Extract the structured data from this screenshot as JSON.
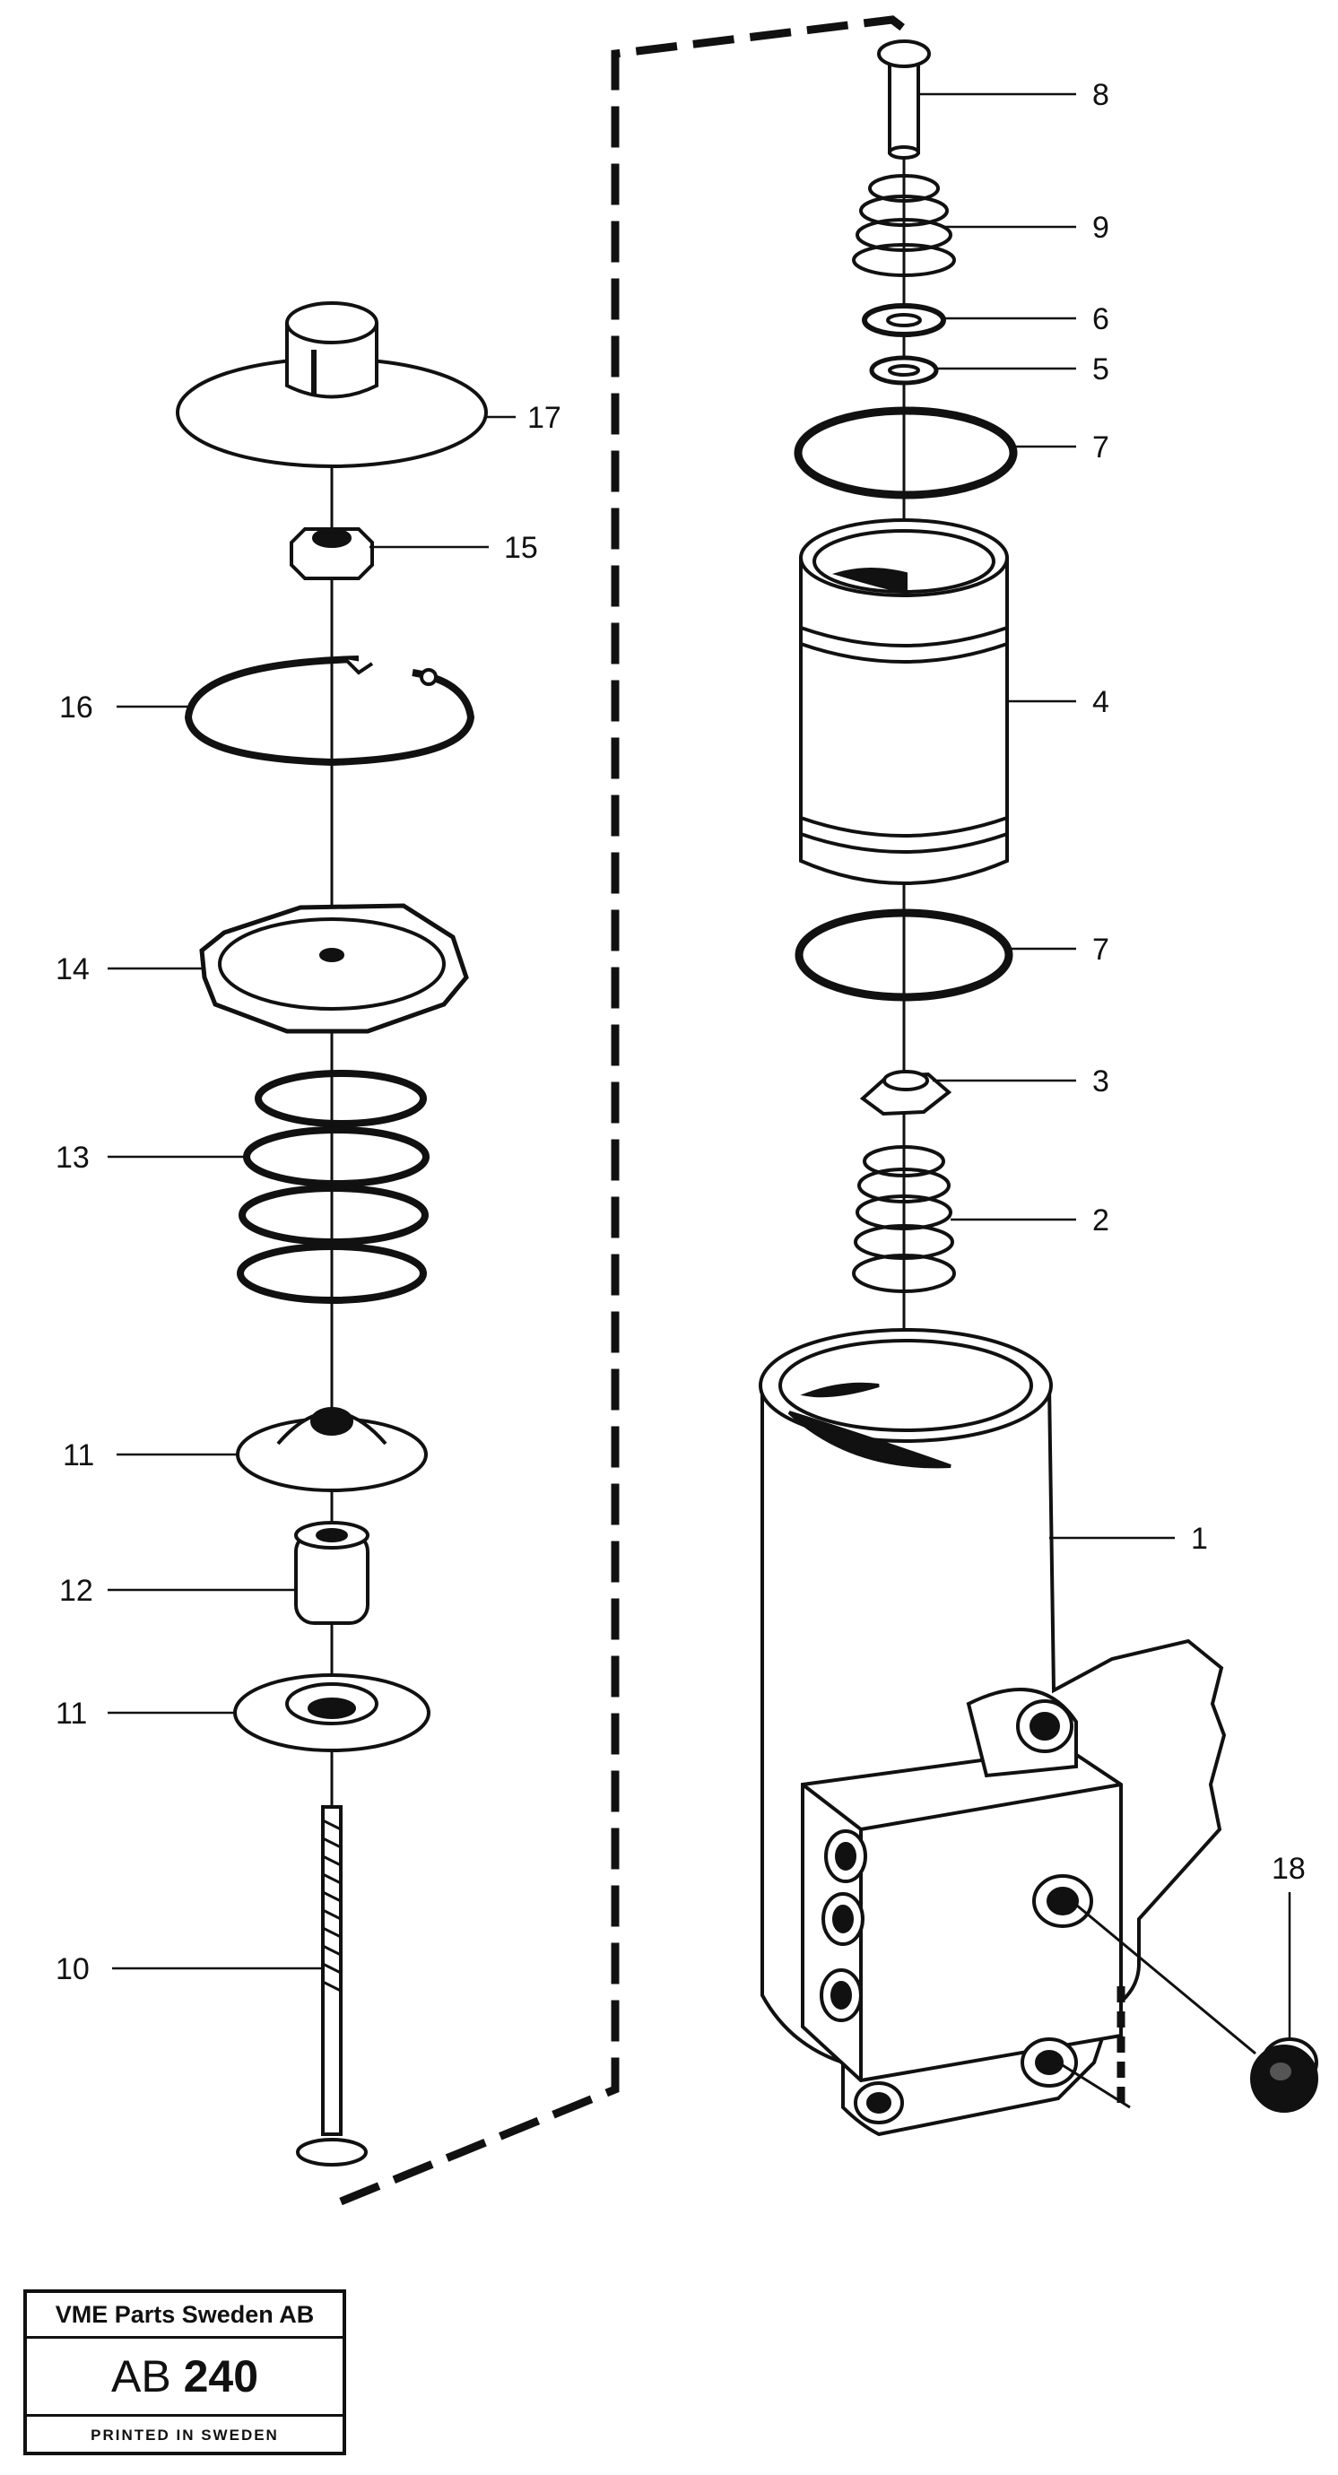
{
  "diagram": {
    "callouts": [
      {
        "id": "p8",
        "label": "8"
      },
      {
        "id": "p9",
        "label": "9"
      },
      {
        "id": "p6",
        "label": "6"
      },
      {
        "id": "p5",
        "label": "5"
      },
      {
        "id": "p7a",
        "label": "7"
      },
      {
        "id": "p4",
        "label": "4"
      },
      {
        "id": "p7b",
        "label": "7"
      },
      {
        "id": "p3",
        "label": "3"
      },
      {
        "id": "p2",
        "label": "2"
      },
      {
        "id": "p1",
        "label": "1"
      },
      {
        "id": "p18",
        "label": "18"
      },
      {
        "id": "p17",
        "label": "17"
      },
      {
        "id": "p15",
        "label": "15"
      },
      {
        "id": "p16",
        "label": "16"
      },
      {
        "id": "p14",
        "label": "14"
      },
      {
        "id": "p13",
        "label": "13"
      },
      {
        "id": "p11a",
        "label": "11"
      },
      {
        "id": "p12",
        "label": "12"
      },
      {
        "id": "p11b",
        "label": "11"
      },
      {
        "id": "p10",
        "label": "10"
      }
    ]
  },
  "stamp": {
    "company": "VME Parts Sweden AB",
    "code_prefix": "AB",
    "code_number": "240",
    "printed": "PRINTED IN SWEDEN"
  }
}
